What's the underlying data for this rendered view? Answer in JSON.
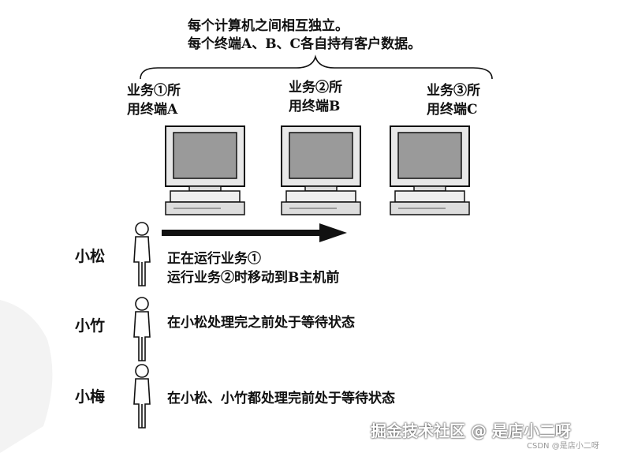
{
  "note": {
    "line1": "每个计算机之间相互独立。",
    "line2": "每个终端A、B、C各自持有客户数据。"
  },
  "terminals": [
    {
      "line1": "业务①所",
      "line2": "用终端A"
    },
    {
      "line1": "业务②所",
      "line2": "用终端B"
    },
    {
      "line1": "业务③所",
      "line2": "用终端C"
    }
  ],
  "people": [
    {
      "name": "小松",
      "desc": [
        "正在运行业务①",
        "运行业务②时移动到B主机前"
      ]
    },
    {
      "name": "小竹",
      "desc": [
        "在小松处理完之前处于等待状态"
      ]
    },
    {
      "name": "小梅",
      "desc": [
        "在小松、小竹都处理完前处于等待状态"
      ]
    }
  ],
  "watermark": {
    "main": "掘金技术社区 @ 是店小二呀",
    "small": "CSDN @是店小二呀"
  }
}
